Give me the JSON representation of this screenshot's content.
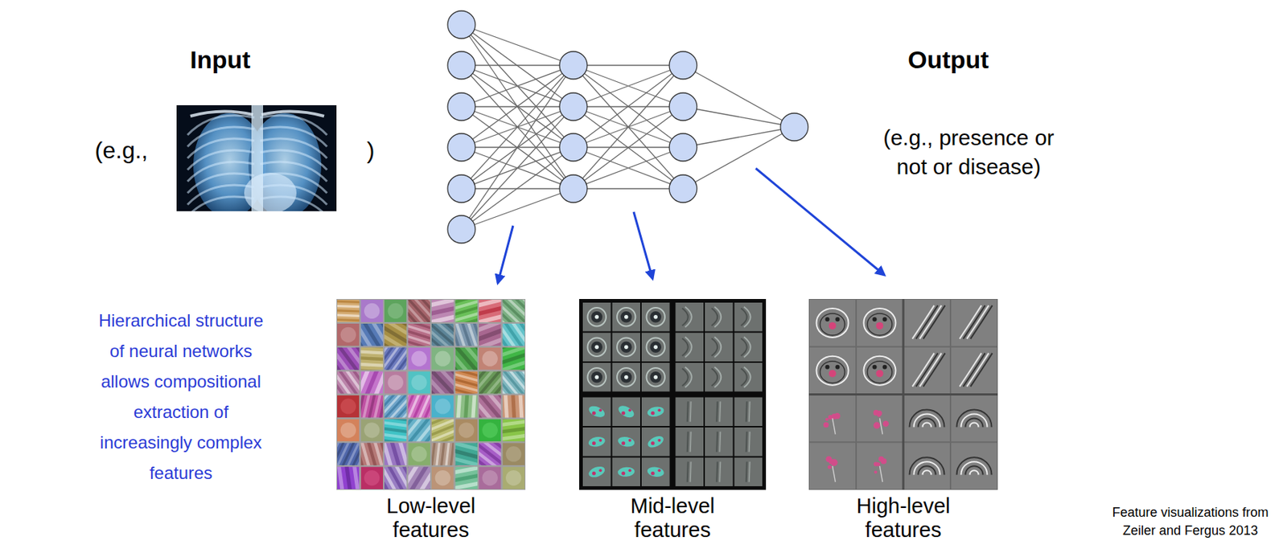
{
  "diagram": {
    "nodes": [
      {
        "text": [
          "Low-level features"
        ]
      },
      {
        "text": [
          "Mid-level features"
        ]
      },
      {
        "text": [
          "High-level features"
        ]
      }
    ],
    "labels": [
      "Input",
      "(e.g.,",
      ")",
      "Output",
      "(e.g., presence or not or disease)",
      "Hierarchical structure of neural networks allows compositional extraction of increasingly complex features",
      "Feature visualizations from Zeiler and Fergus 2013"
    ]
  }
}
